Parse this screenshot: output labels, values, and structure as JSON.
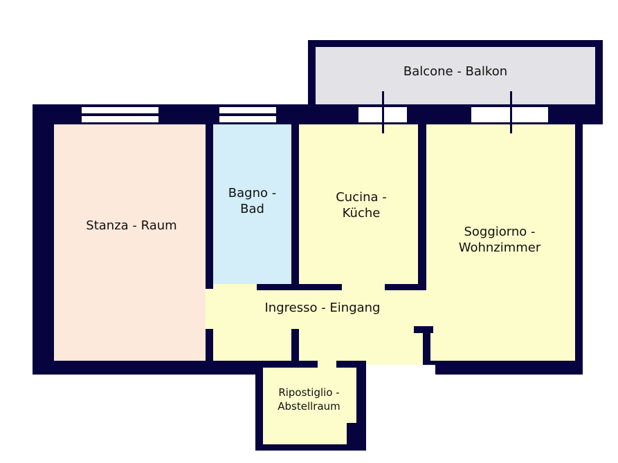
{
  "floorplan": {
    "colors": {
      "wall": "#06033f",
      "stanza": "#fde9dc",
      "bagno": "#d3eef8",
      "yellow_rooms": "#fdfccb",
      "balcone": "#e3e2e6",
      "window": "#ffffff"
    },
    "rooms": {
      "balcone": {
        "line1": "Balcone - Balkon"
      },
      "stanza": {
        "line1": "Stanza - Raum"
      },
      "bagno": {
        "line1": "Bagno -",
        "line2": "Bad"
      },
      "cucina": {
        "line1": "Cucina -",
        "line2": "Küche"
      },
      "soggiorno": {
        "line1": "Soggiorno -",
        "line2": "Wohnzimmer"
      },
      "ingresso": {
        "line1": "Ingresso - Eingang"
      },
      "ripostiglio": {
        "line1": "Ripostiglio -",
        "line2": "Abstellraum"
      }
    }
  }
}
